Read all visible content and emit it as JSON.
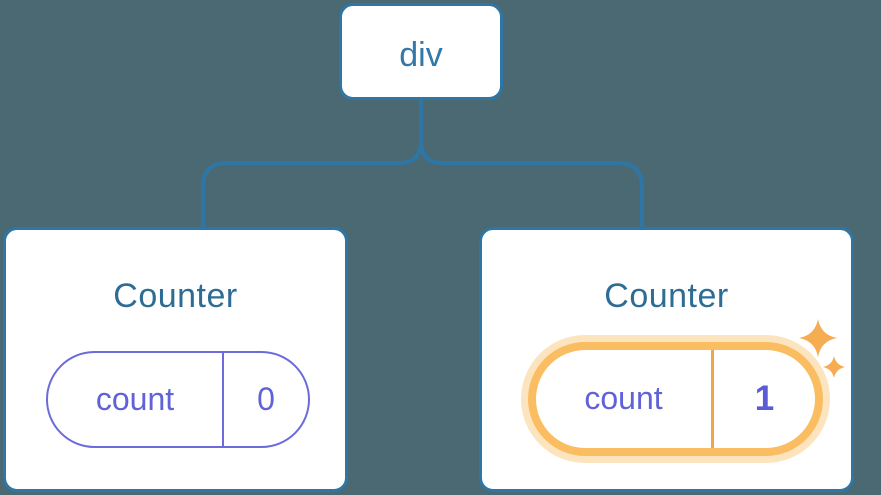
{
  "diagram": {
    "root": {
      "label": "div"
    },
    "children": [
      {
        "title": "Counter",
        "state_key": "count",
        "state_value": "0",
        "highlighted": false
      },
      {
        "title": "Counter",
        "state_key": "count",
        "state_value": "1",
        "highlighted": true,
        "highlight_icon": "sparkles-icon"
      }
    ]
  },
  "colors": {
    "background": "#4B6973",
    "connector": "#2E76A5",
    "node_border": "#2E76A5",
    "node_fill": "#FFFFFF",
    "root_label": "#3378A8",
    "card_title": "#2D6C94",
    "state_purple": "#6161D8",
    "state_value_bold": "#5B5BD6",
    "state_border": "#6B6BDB",
    "highlight_orange": "#FABD62",
    "highlight_glow": "#FCE5BE",
    "highlight_divider": "#F0A64B",
    "sparkle": "#F6AD52"
  }
}
